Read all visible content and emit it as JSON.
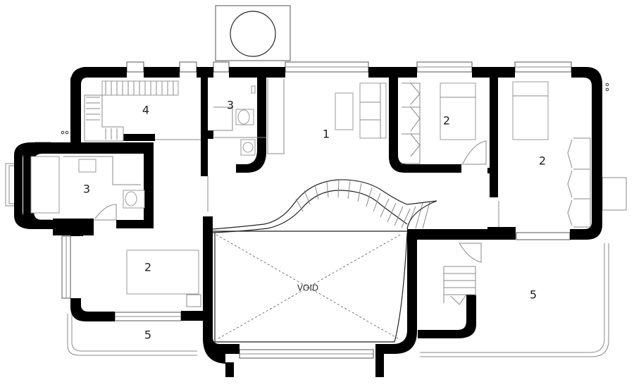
{
  "rooms": [
    {
      "id": "room-4-top-left",
      "label": "4"
    },
    {
      "id": "room-3-top-bath",
      "label": "3"
    },
    {
      "id": "room-1-living",
      "label": "1"
    },
    {
      "id": "room-2-top-mid",
      "label": "2"
    },
    {
      "id": "room-2-right",
      "label": "2"
    },
    {
      "id": "room-3-left-bath",
      "label": "3"
    },
    {
      "id": "room-2-bottom-left",
      "label": "2"
    },
    {
      "id": "room-5-bottom-left",
      "label": "5"
    },
    {
      "id": "room-5-bottom-right",
      "label": "5"
    }
  ],
  "void_label": "VOID",
  "colors": {
    "wall": "#000000",
    "line": "#888888",
    "background": "#ffffff"
  }
}
